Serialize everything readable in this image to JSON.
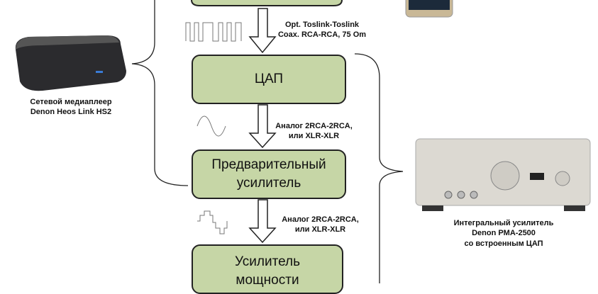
{
  "blocks": {
    "dac": "ЦАП",
    "preamp_1": "Предварительный",
    "preamp_2": "усилитель",
    "power_1": "Усилитель",
    "power_2": "мощности"
  },
  "links": {
    "digital_1": "Opt. Toslink-Toslink",
    "digital_2": "Coax. RCA-RCA, 75 Om",
    "analog1_1": "Аналог 2RCA-2RCA,",
    "analog1_2": "или XLR-XLR",
    "analog2_1": "Аналог 2RCA-2RCA,",
    "analog2_2": "или XLR-XLR"
  },
  "devices": {
    "player_1": "Сетевой медиаплеер",
    "player_2": "Denon Heos Link HS2",
    "amp_1": "Интегральный усилитель",
    "amp_2": "Denon PMA-2500",
    "amp_3": "со встроенным ЦАП"
  },
  "colors": {
    "block_fill": "#c6d6a6"
  }
}
